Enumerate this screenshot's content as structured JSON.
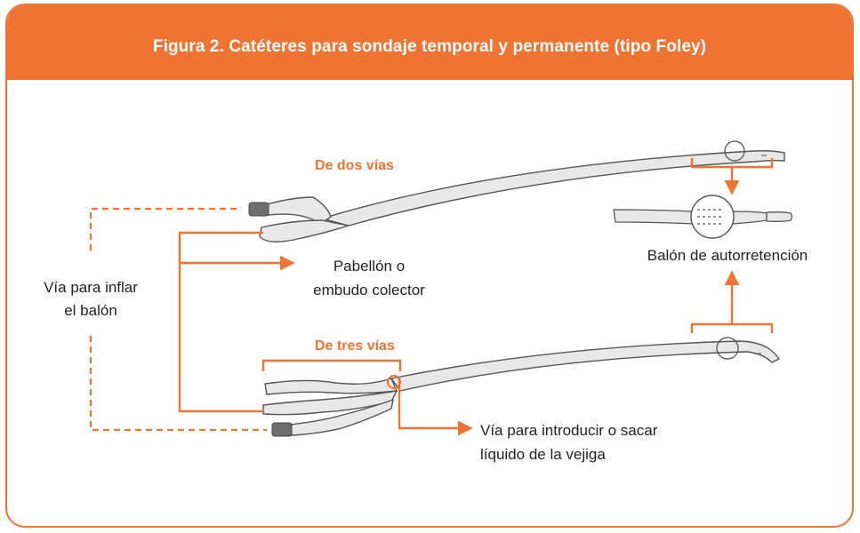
{
  "figure": {
    "title": "Figura 2. Catéteres para sondaje temporal y permanente (tipo Foley)"
  },
  "labels": {
    "two_way": "De dos vías",
    "three_way": "De tres vías",
    "inflate_line1": "Vía para inflar",
    "inflate_line2": "el balón",
    "funnel_line1": "Pabellón o",
    "funnel_line2": "embudo colector",
    "balloon": "Balón de autorretención",
    "fluid_line1": "Vía para introducir o sacar",
    "fluid_line2": "líquido de la vejiga"
  },
  "colors": {
    "accent": "#EE7434",
    "tube_fill": "#E8E8E8",
    "tube_stroke": "#555555",
    "cap_fill": "#6E6E6E",
    "text": "#222222"
  }
}
